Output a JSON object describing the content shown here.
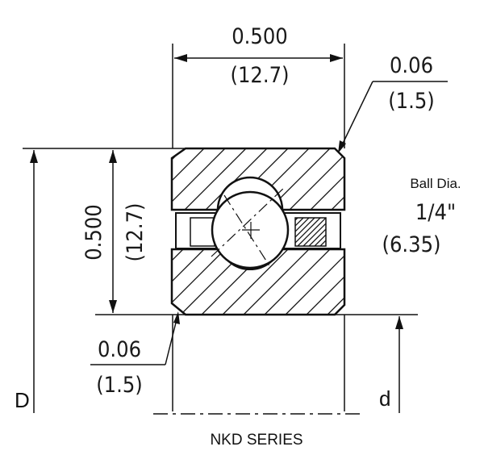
{
  "title": "NKD SERIES",
  "width_dim": {
    "inch": "0.500",
    "mm": "(12.7)"
  },
  "height_dim": {
    "inch": "0.500",
    "mm": "(12.7)"
  },
  "chamfer_top": {
    "inch": "0.06",
    "mm": "(1.5)"
  },
  "chamfer_bottom": {
    "inch": "0.06",
    "mm": "(1.5)"
  },
  "ball": {
    "label": "Ball Dia.",
    "inch": "1/4\"",
    "mm": "(6.35)"
  },
  "outer_diameter_label": "D",
  "inner_diameter_label": "d",
  "colors": {
    "line": "#111111",
    "background": "#ffffff"
  }
}
